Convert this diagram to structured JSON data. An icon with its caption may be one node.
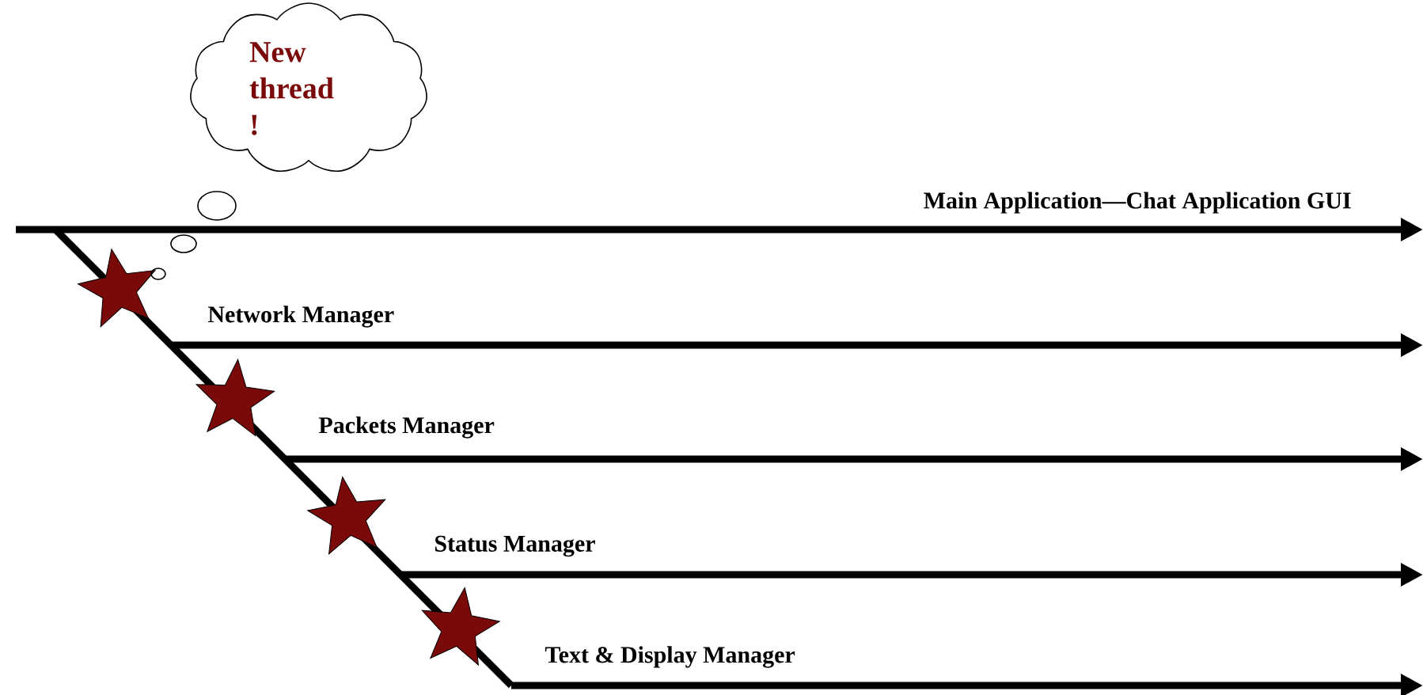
{
  "diagram": {
    "nodes": [
      {
        "text": [
          "New thread !"
        ]
      }
    ],
    "labels": [
      "Main Application—Chat Application GUI",
      "Network Manager",
      "Packets Manager",
      "Status Manager",
      "Text & Display Manager"
    ]
  }
}
